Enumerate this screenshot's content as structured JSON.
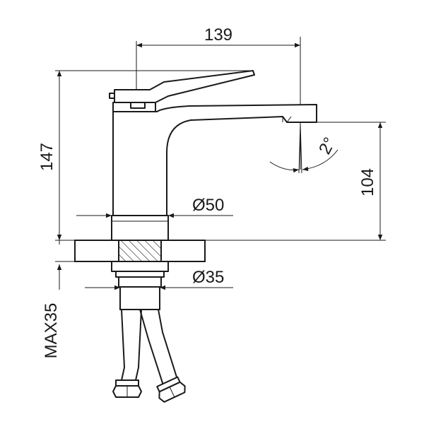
{
  "dimensions": {
    "spout_reach": "139",
    "total_height": "147",
    "spout_height": "104",
    "base_diameter": "Ø50",
    "mount_diameter": "Ø35",
    "max_deck_thickness": "MAX35",
    "spout_angle": "2°"
  },
  "colors": {
    "line": "#1a1a1a",
    "background": "#ffffff"
  }
}
